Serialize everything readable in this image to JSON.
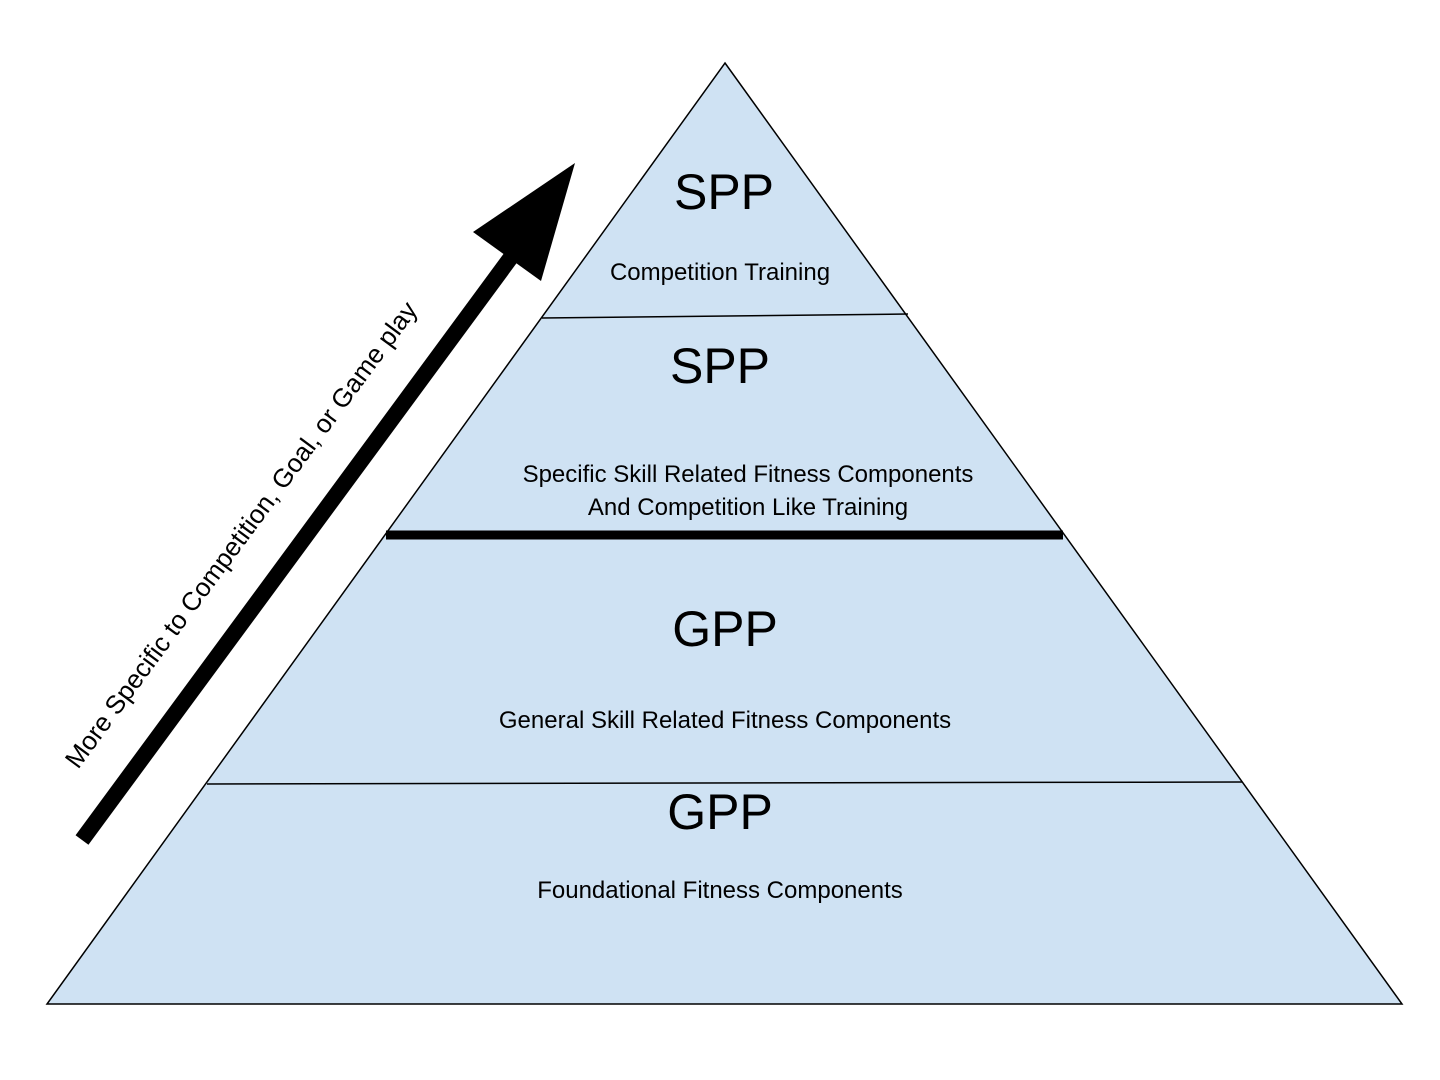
{
  "colors": {
    "pyramid_fill": "#cfe2f3",
    "stroke": "#000000",
    "background": "#ffffff"
  },
  "arrow": {
    "label": "More Specific to Competition, Goal, or Game play"
  },
  "tiers": [
    {
      "title": "SPP",
      "subtitle": "Competition Training"
    },
    {
      "title": "SPP",
      "subtitle_line1": "Specific Skill Related Fitness Components",
      "subtitle_line2": "And Competition Like Training"
    },
    {
      "title": "GPP",
      "subtitle": "General Skill Related Fitness Components"
    },
    {
      "title": "GPP",
      "subtitle": "Foundational Fitness Components"
    }
  ]
}
